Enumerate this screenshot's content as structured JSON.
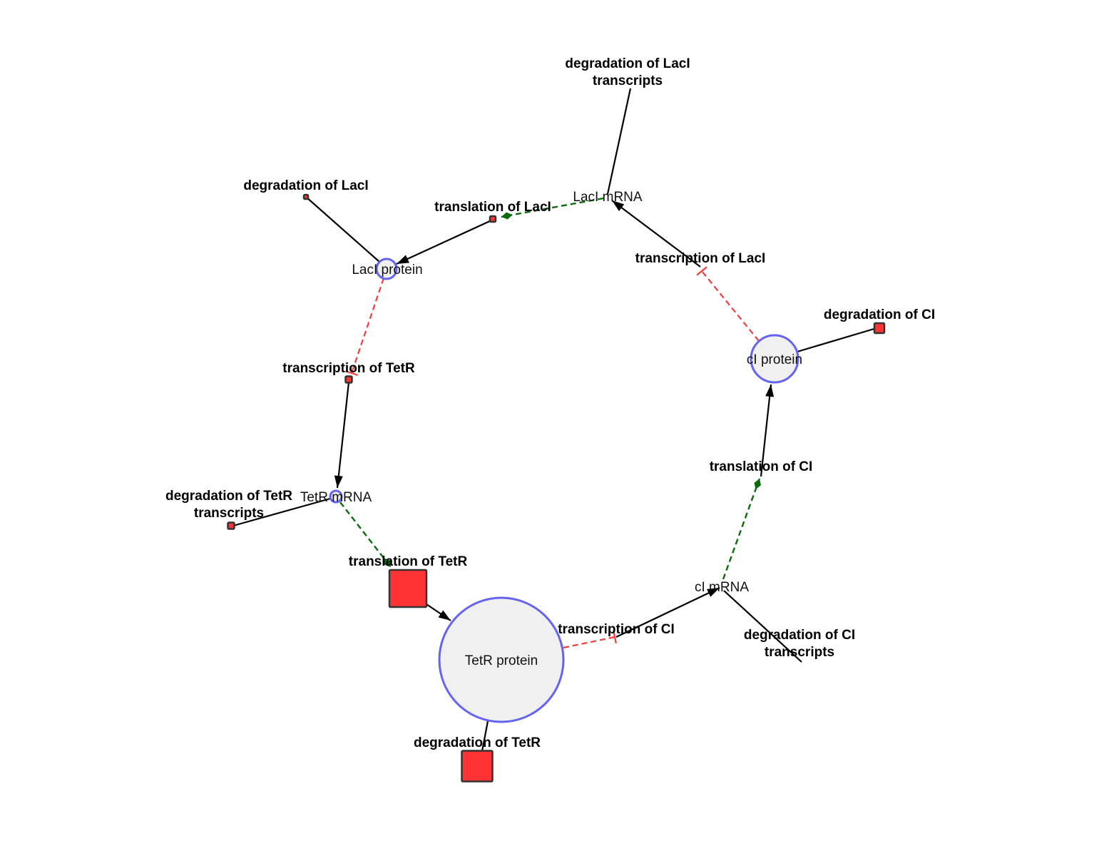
{
  "diagram": {
    "nodes": [
      {
        "id": "laci_mrna",
        "kind": "species",
        "label": "LacI mRNA"
      },
      {
        "id": "laci_protein",
        "kind": "species",
        "label": "LacI protein"
      },
      {
        "id": "cI_protein",
        "kind": "species",
        "label": "cI protein"
      },
      {
        "id": "cI_mrna",
        "kind": "species",
        "label": "cI mRNA"
      },
      {
        "id": "tetr_protein",
        "kind": "species",
        "label": "TetR protein"
      },
      {
        "id": "tetr_mrna",
        "kind": "species",
        "label": "TetR mRNA"
      },
      {
        "id": "deg_laci_tx",
        "kind": "reaction",
        "label": "degradation of LacI\ntranscripts"
      },
      {
        "id": "deg_laci",
        "kind": "reaction",
        "label": "degradation of LacI"
      },
      {
        "id": "transl_laci",
        "kind": "reaction",
        "label": "translation of LacI"
      },
      {
        "id": "transc_laci",
        "kind": "reaction",
        "label": "transcription of LacI"
      },
      {
        "id": "deg_ci",
        "kind": "reaction",
        "label": "degradation of CI"
      },
      {
        "id": "transc_tetr",
        "kind": "reaction",
        "label": "transcription of TetR"
      },
      {
        "id": "transl_ci",
        "kind": "reaction",
        "label": "translation of CI"
      },
      {
        "id": "deg_tetr_tx",
        "kind": "reaction",
        "label": "degradation of TetR\ntranscripts"
      },
      {
        "id": "transl_tetr",
        "kind": "reaction",
        "label": "translation of TetR"
      },
      {
        "id": "transc_ci",
        "kind": "reaction",
        "label": "transcription of CI"
      },
      {
        "id": "deg_ci_tx",
        "kind": "reaction",
        "label": "degradation of CI\ntranscripts"
      },
      {
        "id": "deg_tetr",
        "kind": "reaction",
        "label": "degradation of TetR"
      }
    ],
    "edges": [
      {
        "from": "laci_mrna",
        "to": "deg_laci_tx",
        "type": "consumption"
      },
      {
        "from": "transl_laci",
        "to": "laci_protein",
        "type": "production"
      },
      {
        "from": "laci_mrna",
        "to": "transl_laci",
        "type": "catalysis"
      },
      {
        "from": "transc_laci",
        "to": "laci_mrna",
        "type": "production"
      },
      {
        "from": "laci_protein",
        "to": "deg_laci",
        "type": "consumption"
      },
      {
        "from": "laci_protein",
        "to": "transc_tetr",
        "type": "inhibition"
      },
      {
        "from": "cI_protein",
        "to": "transc_laci",
        "type": "inhibition"
      },
      {
        "from": "cI_protein",
        "to": "deg_ci",
        "type": "consumption"
      },
      {
        "from": "transc_tetr",
        "to": "tetr_mrna",
        "type": "production"
      },
      {
        "from": "transl_ci",
        "to": "cI_protein",
        "type": "production"
      },
      {
        "from": "cI_mrna",
        "to": "transl_ci",
        "type": "catalysis"
      },
      {
        "from": "tetr_mrna",
        "to": "deg_tetr_tx",
        "type": "consumption"
      },
      {
        "from": "tetr_mrna",
        "to": "transl_tetr",
        "type": "catalysis"
      },
      {
        "from": "transl_tetr",
        "to": "tetr_protein",
        "type": "production"
      },
      {
        "from": "tetr_protein",
        "to": "transc_ci",
        "type": "inhibition"
      },
      {
        "from": "transc_ci",
        "to": "cI_mrna",
        "type": "production"
      },
      {
        "from": "cI_mrna",
        "to": "deg_ci_tx",
        "type": "consumption"
      },
      {
        "from": "tetr_protein",
        "to": "deg_tetr",
        "type": "consumption"
      }
    ],
    "colors": {
      "species_fill": "#f0f0f0",
      "species_stroke": "#6464f0",
      "reaction_fill": "#ff3333",
      "reaction_stroke": "#333333",
      "production": "#000000",
      "inhibition": "#f03c3c",
      "catalysis": "#0a6b0a"
    }
  }
}
